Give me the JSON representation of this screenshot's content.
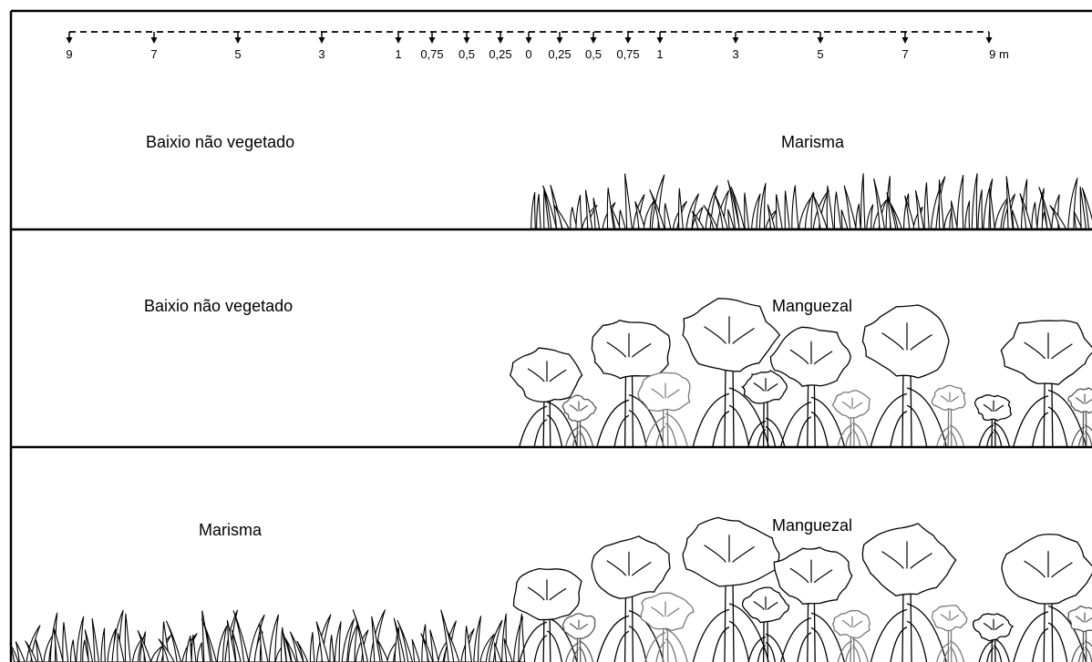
{
  "scale": {
    "ticks": [
      "9",
      "7",
      "5",
      "3",
      "1",
      "0,75",
      "0,5",
      "0,25",
      "0",
      "0,25",
      "0,5",
      "0,75",
      "1",
      "3",
      "5",
      "7",
      "9 m"
    ]
  },
  "panels": [
    {
      "left_label": "Baixio não vegetado",
      "right_label": "Marisma",
      "vegetation": "grass-icon"
    },
    {
      "left_label": "Baixio não vegetado",
      "right_label": "Manguezal",
      "vegetation": "mangrove-tree-icon"
    },
    {
      "left_label": "Marisma",
      "right_label": "Manguezal",
      "vegetation": "grass-icon, mangrove-tree-icon"
    }
  ]
}
